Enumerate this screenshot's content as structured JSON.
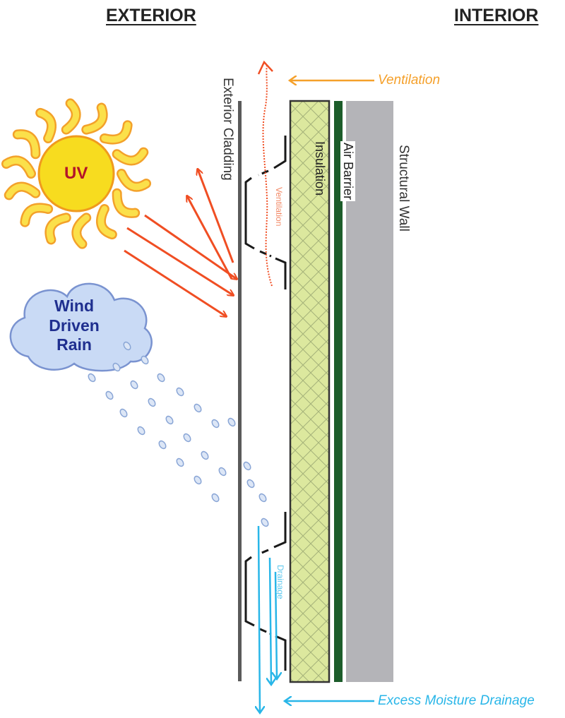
{
  "headers": {
    "exterior": "EXTERIOR",
    "interior": "INTERIOR"
  },
  "sun": {
    "label": "UV",
    "color": "#f7dc1f",
    "ray_color": "#f6c51a",
    "outline": "#e0591a"
  },
  "cloud": {
    "line1": "Wind",
    "line2": "Driven",
    "line3": "Rain",
    "color": "#c9daf5"
  },
  "layers": {
    "cladding": "Exterior Cladding",
    "insulation": "Insulation",
    "air_barrier": "Air Barrier",
    "structural": "Structural Wall"
  },
  "cavity_labels": {
    "ventilation": "Ventilation",
    "drainage": "Drainage"
  },
  "callouts": {
    "ventilation": "Ventilation",
    "drainage": "Excess Moisture Drainage"
  },
  "colors": {
    "ventilation": "#f5a02a",
    "uv_arrows": "#f04e23",
    "drainage": "#29b6e8",
    "insulation": "#dce89e",
    "air_barrier": "#1c5c2a",
    "structural": "#b4b4b8",
    "raindrop": "#8aa6d6"
  }
}
